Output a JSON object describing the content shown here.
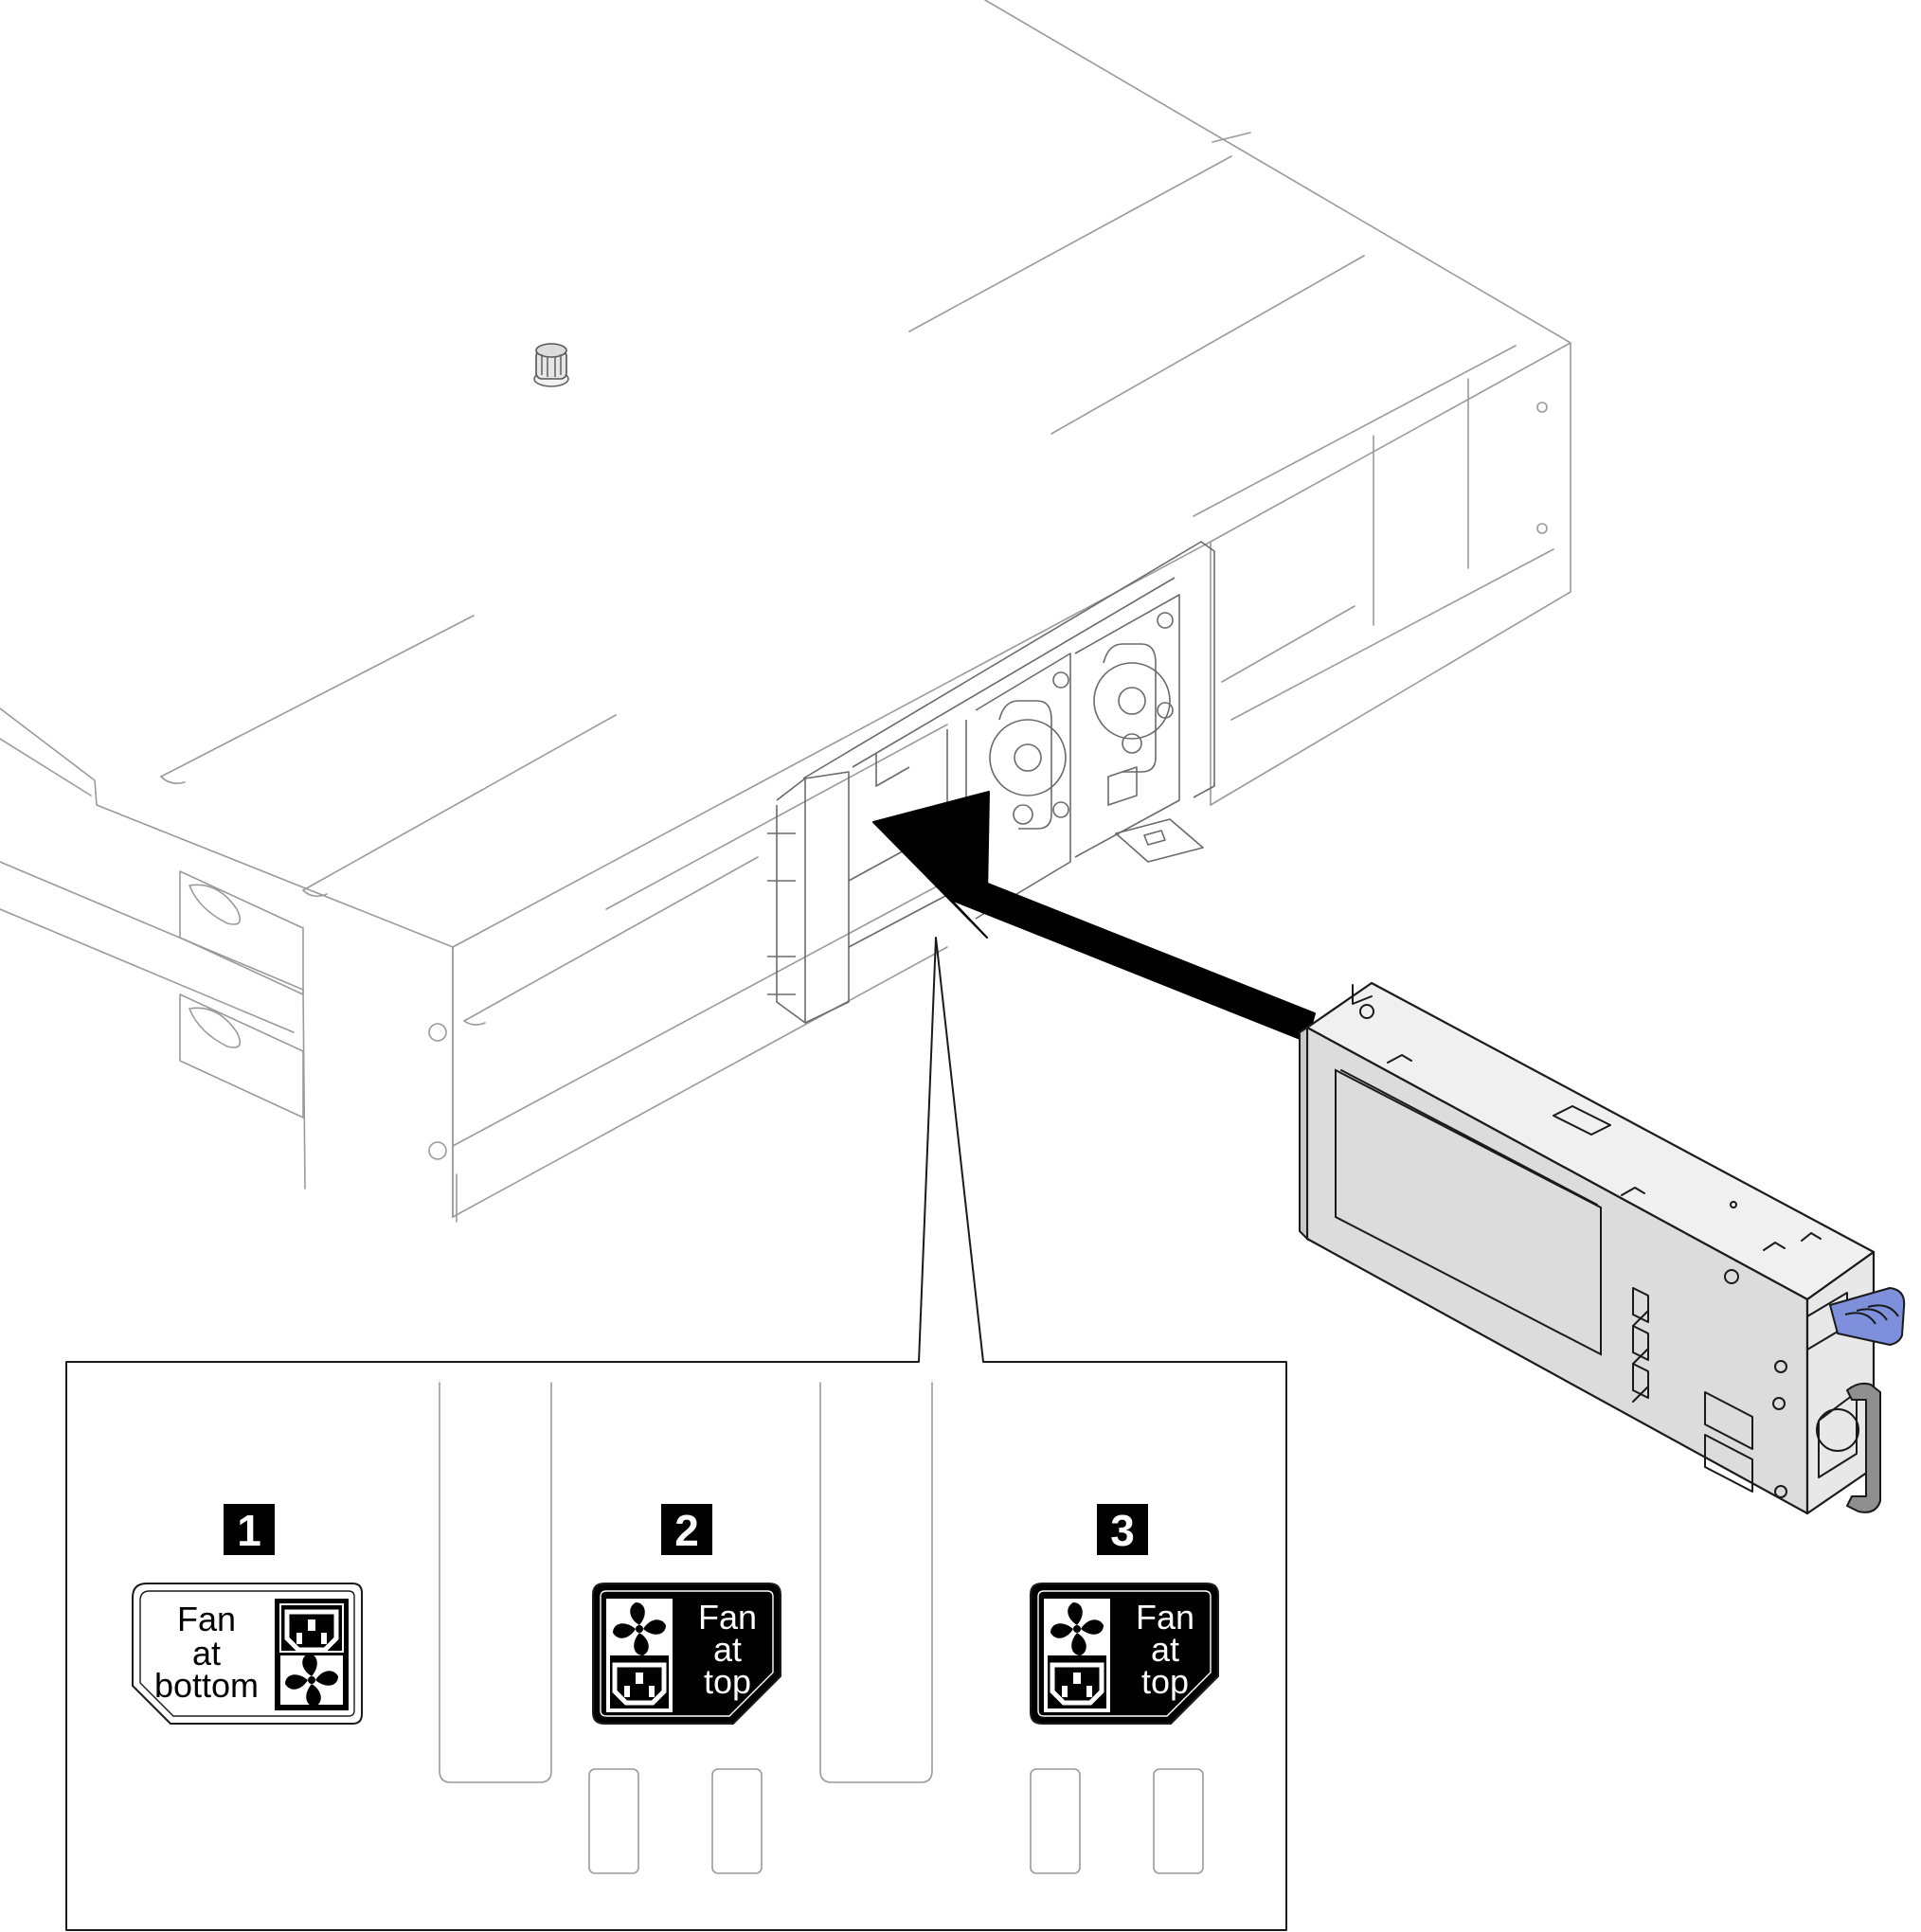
{
  "colors": {
    "line_light": "#9a9a9a",
    "line_dark": "#1a1a1a",
    "psu_body": "#dcdcdc",
    "latch_blue": "#7e8fdc",
    "handle_gray": "#8f8f8f",
    "arrow": "#000000"
  },
  "callouts": [
    {
      "number": "1"
    },
    {
      "number": "2"
    },
    {
      "number": "3"
    }
  ],
  "labels": [
    {
      "lines": [
        "Fan",
        "at",
        "bottom"
      ],
      "icons": [
        "power-inlet-icon",
        "fan-icon"
      ],
      "style": "white"
    },
    {
      "lines": [
        "Fan",
        "at",
        "top"
      ],
      "icons": [
        "fan-icon",
        "power-inlet-icon"
      ],
      "style": "black"
    },
    {
      "lines": [
        "Fan",
        "at",
        "top"
      ],
      "icons": [
        "fan-icon",
        "power-inlet-icon"
      ],
      "style": "black"
    }
  ]
}
